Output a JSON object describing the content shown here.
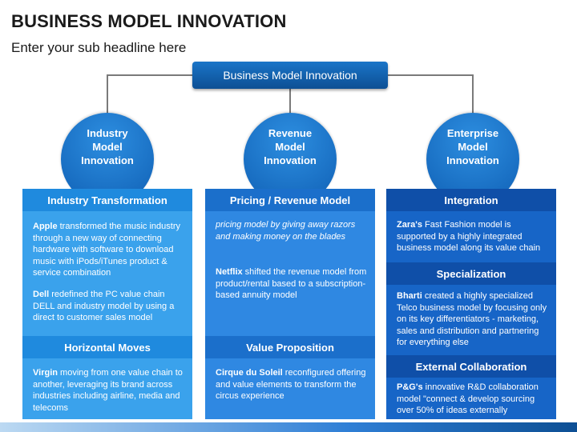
{
  "title": "BUSINESS MODEL INNOVATION",
  "subtitle": "Enter your sub headline here",
  "top_box": "Business Model Innovation",
  "columns": [
    {
      "dome": [
        "Industry",
        "Model",
        "Innovation"
      ],
      "head1": "Industry Transformation",
      "p1_bold": "Apple",
      "p1_text": " transformed the music industry through a new way of connecting hardware with software to download music with iPods/iTunes product & service combination",
      "p2_bold": "Dell",
      "p2_text": " redefined the PC value chain DELL and industry model by using a direct to customer sales model",
      "head2": "Horizontal Moves",
      "p3_bold": "Virgin",
      "p3_text": " moving from one value chain to another, leveraging its brand across industries including airline, media and telecoms"
    },
    {
      "dome": [
        "Revenue",
        "Model",
        "Innovation"
      ],
      "head1": "Pricing / Revenue Model",
      "p1_italic": "pricing model by giving away razors and making money on the blades",
      "p2_bold": "Netflix",
      "p2_text": " shifted the revenue model from product/rental based to a subscription-based annuity model",
      "head2": "Value Proposition",
      "p3_bold": "Cirque du Soleil",
      "p3_text": " reconfigured offering and value elements to transform the circus experience"
    },
    {
      "dome": [
        "Enterprise",
        "Model",
        "Innovation"
      ],
      "head1": "Integration",
      "p1_bold": "Zara's",
      "p1_text": " Fast Fashion model is supported by a highly integrated business model along its value chain",
      "head2": "Specialization",
      "p2_bold": "Bharti",
      "p2_text": " created a highly specialized Telco business model by focusing only on its key differentiators - marketing, sales and distribution and partnering for everything else",
      "head3": "External Collaboration",
      "p3_bold": "P&G's",
      "p3_text": " innovative R&D collaboration model \"connect & develop sourcing over 50% of ideas externally"
    }
  ],
  "colors": {
    "dark_blue": "#0d4f94",
    "col1": "#3aa2ec",
    "col2": "#2f88e2",
    "col3": "#1765c7"
  }
}
